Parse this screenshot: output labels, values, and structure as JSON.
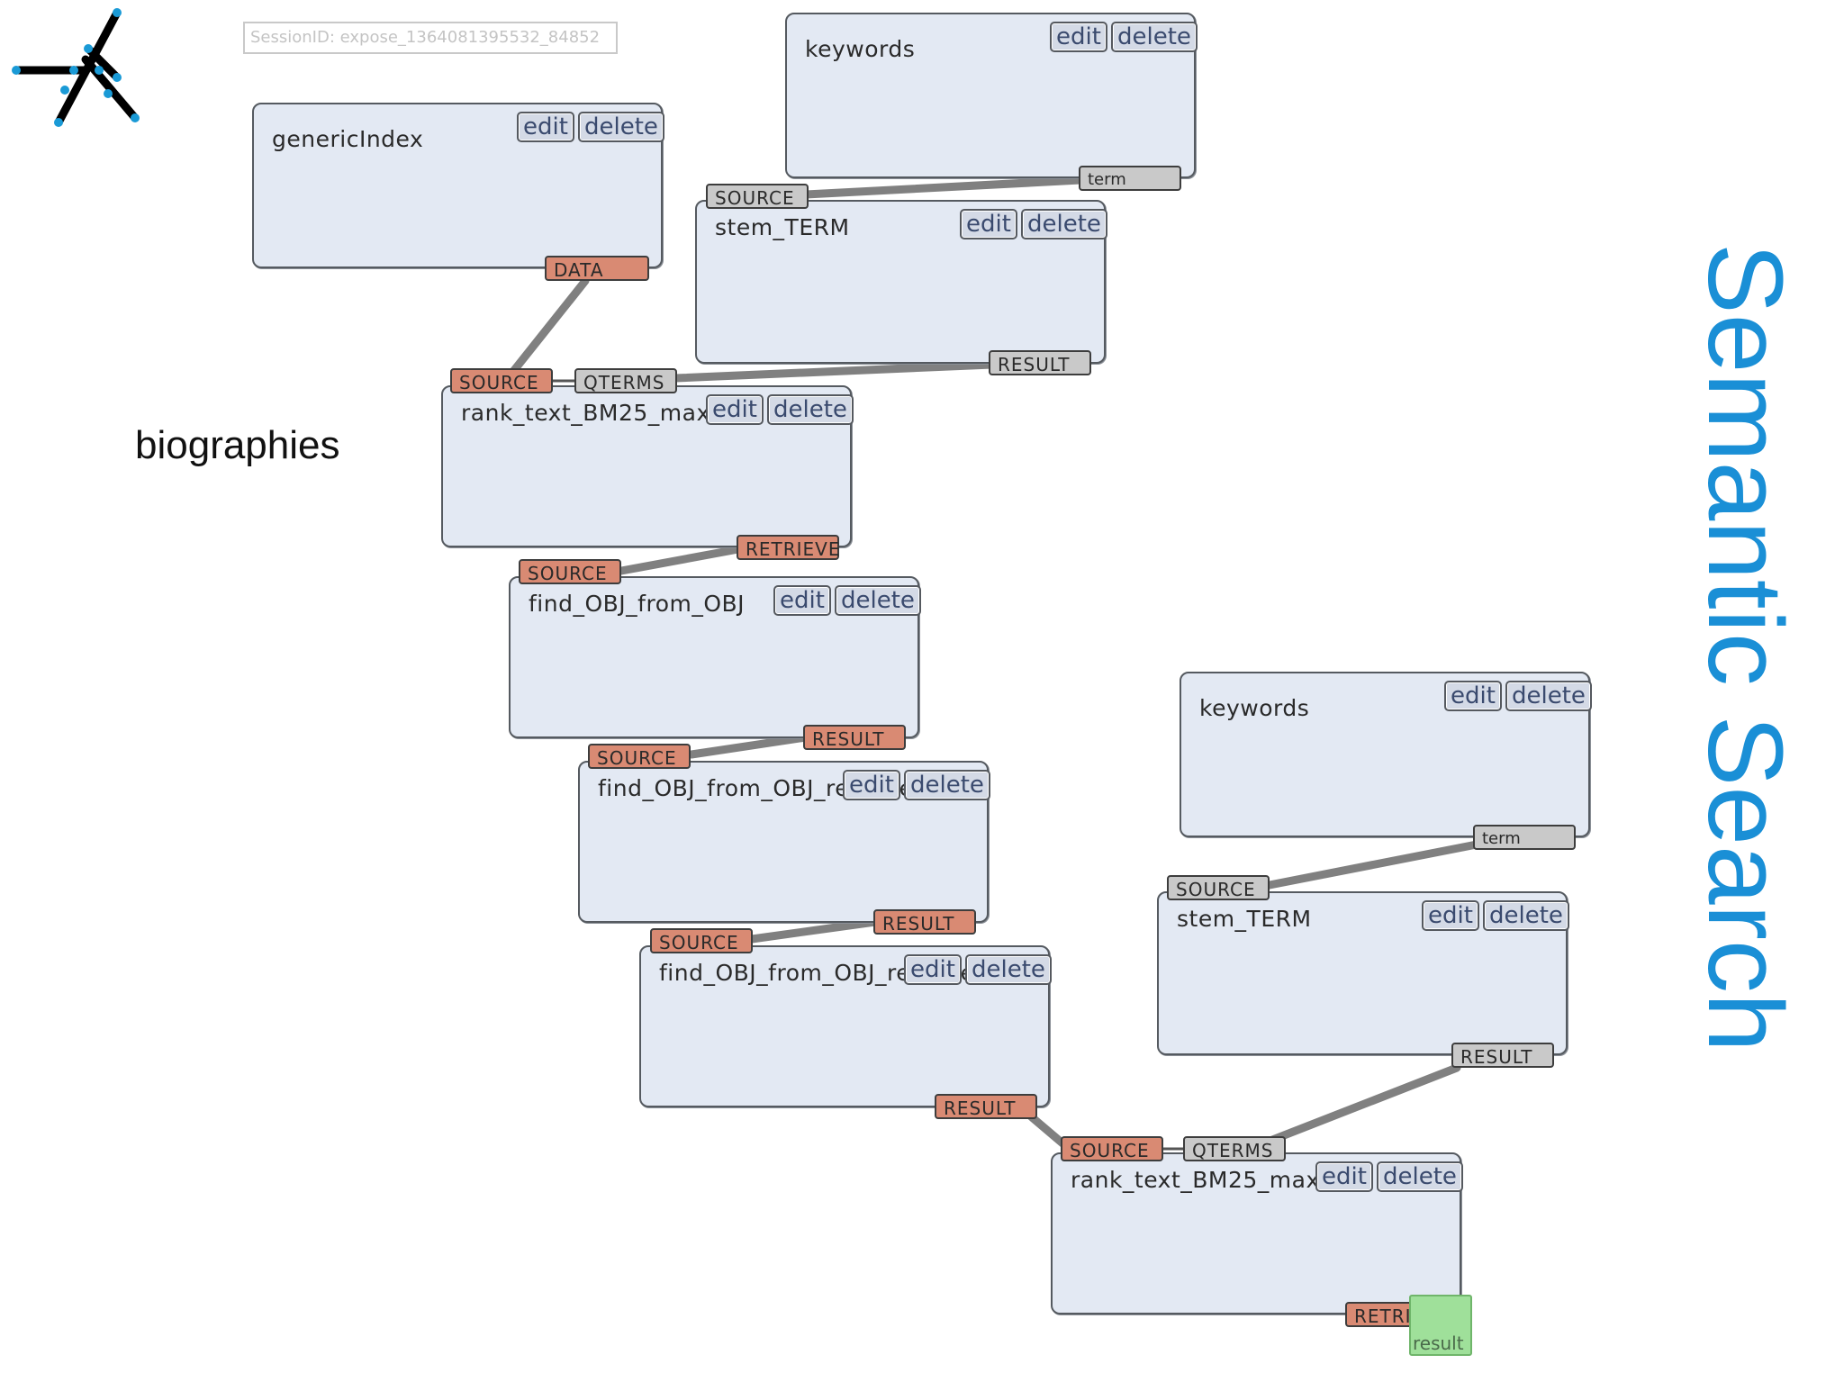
{
  "session_id": "SessionID: expose_1364081395532_84852",
  "side_label": "biographies",
  "slide_title": "Semantic Search",
  "button_labels": {
    "edit": "edit",
    "delete": "delete"
  },
  "nodes": {
    "genericIndex": {
      "title": "genericIndex",
      "out": "DATA"
    },
    "keywords1": {
      "title": "keywords",
      "out": "term"
    },
    "stem1": {
      "title": "stem_TERM",
      "in": "SOURCE",
      "out": "RESULT"
    },
    "rank1": {
      "title": "rank_text_BM25_max",
      "in": "SOURCE",
      "in2": "QTERMS",
      "out": "RETRIEVE"
    },
    "find1": {
      "title": "find_OBJ_from_OBJ",
      "in": "SOURCE",
      "out": "RESULT"
    },
    "find2": {
      "title": "find_OBJ_from_OBJ_reverse",
      "in": "SOURCE",
      "out": "RESULT"
    },
    "find3": {
      "title": "find_OBJ_from_OBJ_reverse",
      "in": "SOURCE",
      "out": "RESULT"
    },
    "keywords2": {
      "title": "keywords",
      "out": "term"
    },
    "stem2": {
      "title": "stem_TERM",
      "in": "SOURCE",
      "out": "RESULT"
    },
    "rank2": {
      "title": "rank_text_BM25_max",
      "in": "SOURCE",
      "in2": "QTERMS",
      "out": "RETRIEVE"
    },
    "result_output": "result"
  },
  "colors": {
    "node_fill": "#e3e9f3",
    "port_input": "#c9c9c9",
    "port_output": "#d98a73",
    "wire": "#808080",
    "title": "#1a8fd6",
    "result": "#9fe09a"
  },
  "icons": {
    "logo": "star-network-logo-icon"
  }
}
